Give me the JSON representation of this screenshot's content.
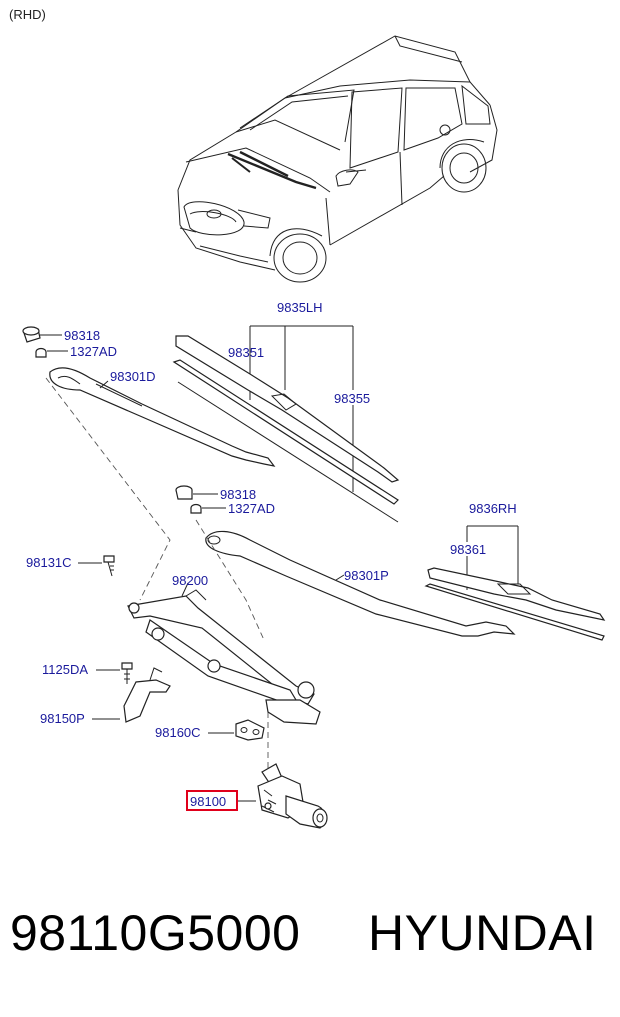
{
  "header": {
    "variant": "(RHD)"
  },
  "labels": {
    "p98318_a": "98318",
    "p1327AD_a": "1327AD",
    "p98301D": "98301D",
    "p9835LH": "9835LH",
    "p98351": "98351",
    "p98355": "98355",
    "p98318_b": "98318",
    "p1327AD_b": "1327AD",
    "p98131C": "98131C",
    "p98200": "98200",
    "p98301P": "98301P",
    "p9836RH": "9836RH",
    "p98361": "98361",
    "p1125DA": "1125DA",
    "p98150P": "98150P",
    "p98160C": "98160C",
    "p98100": "98100"
  },
  "highlight": {
    "part": "98100",
    "color": "#e0001b"
  },
  "footer": {
    "part_number": "98110G5000",
    "brand": "HYUNDAI"
  },
  "colors": {
    "label": "#1a1a9c",
    "line": "#222222"
  }
}
